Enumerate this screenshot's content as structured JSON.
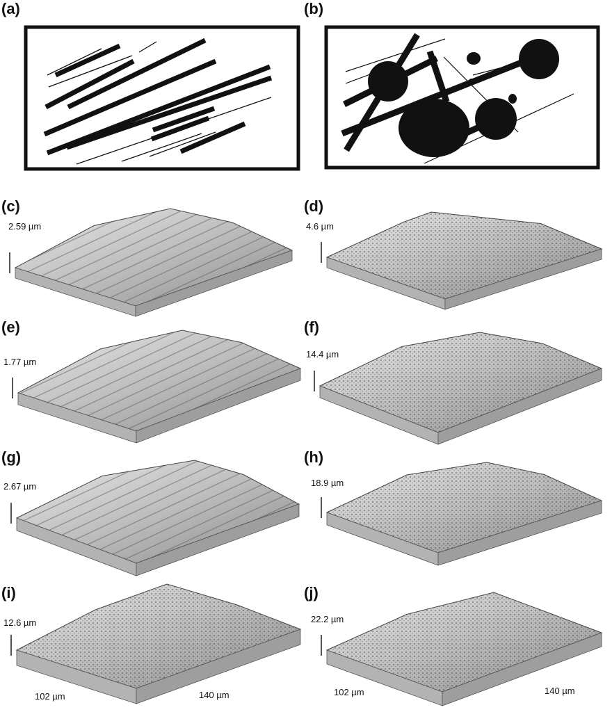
{
  "figure": {
    "panels": [
      {
        "id": "a",
        "label": "(a)"
      },
      {
        "id": "b",
        "label": "(b)"
      },
      {
        "id": "c",
        "label": "(c)",
        "height": "2.59 µm"
      },
      {
        "id": "d",
        "label": "(d)",
        "height": "4.6 µm"
      },
      {
        "id": "e",
        "label": "(e)",
        "height": "1.77 µm"
      },
      {
        "id": "f",
        "label": "(f)",
        "height": "14.4 µm"
      },
      {
        "id": "g",
        "label": "(g)",
        "height": "2.67 µm"
      },
      {
        "id": "h",
        "label": "(h)",
        "height": "18.9 µm"
      },
      {
        "id": "i",
        "label": "(i)",
        "height": "12.6 µm"
      },
      {
        "id": "j",
        "label": "(j)",
        "height": "22.2 µm"
      }
    ],
    "dimensions": {
      "left_width": "102 µm",
      "right_width": "140 µm"
    }
  }
}
